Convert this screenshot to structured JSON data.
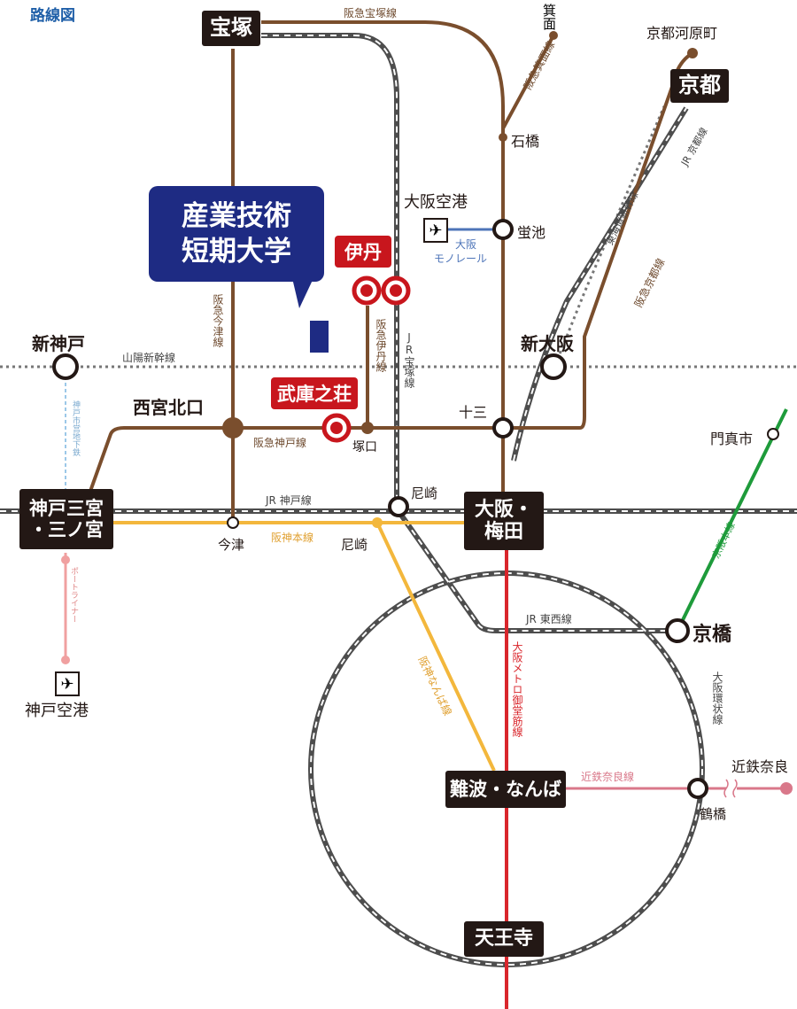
{
  "title": "路線図",
  "callout": {
    "line1": "産業技術",
    "line2": "短期大学"
  },
  "hubs": {
    "takarazuka": "宝塚",
    "kyoto": "京都",
    "umeda_1": "大阪・",
    "umeda_2": "梅田",
    "sannomiya_1": "神戸三宮",
    "sannomiya_2": "・三ノ宮",
    "namba": "難波・なんば",
    "tennoji": "天王寺"
  },
  "red_stations": {
    "itami": "伊丹",
    "mukonoso": "武庫之荘"
  },
  "stations": {
    "shin_kobe": "新神戸",
    "shin_osaka": "新大阪",
    "nishinomiya_kitaguchi": "西宮北口",
    "kyobashi": "京橋",
    "minoo": "箕面",
    "ishibashi": "石橋",
    "hotarugaike": "蛍池",
    "osaka_airport": "大阪空港",
    "kyoto_kawaramachi": "京都河原町",
    "juso": "十三",
    "kadoma": "門真市",
    "tsukaguchi": "塚口",
    "amagasaki_jr": "尼崎",
    "amagasaki_hanshin": "尼崎",
    "imazu": "今津",
    "kobe_airport": "神戸空港",
    "kintetsu_nara": "近鉄奈良",
    "tsuruhashi": "鶴橋"
  },
  "lines": {
    "hankyu_takarazuka": "阪急宝塚線",
    "hankyu_minoo": "阪急箕面線",
    "jr_kyoto": "JR 京都線",
    "tokaido_shinkansen": "東海道新幹線",
    "hankyu_kyoto": "阪急京都線",
    "monorail_1": "大阪",
    "monorail_2": "モノレール",
    "hankyu_imazu": "阪急今津線",
    "hankyu_itami": "阪急伊丹線",
    "jr_takarazuka": "JR宝塚線",
    "sanyo_shinkansen": "山陽新幹線",
    "hankyu_kobe": "阪急神戸線",
    "kobe_subway": "神戸市営地下鉄",
    "jr_kobe": "JR 神戸線",
    "hanshin_main": "阪神本線",
    "keihan_main": "京阪本線",
    "jr_tozai": "JR 東西線",
    "port_liner": "ポートライナー",
    "hanshin_namba": "阪神なんば線",
    "midosuji": "大阪メトロ御堂筋線",
    "osaka_loop": "大阪環状線",
    "kintetsu_nara_line": "近鉄奈良線"
  },
  "colors": {
    "hankyu": "#7a4e2d",
    "jr": "#4d4d4d",
    "hanshin": "#f3b73c",
    "midosuji": "#d9262c",
    "keihan": "#1e9b3b",
    "monorail": "#4d74b8",
    "kintetsu": "#d9788a",
    "port_liner": "#f0a0a0",
    "subway_kobe": "#9cc8e8",
    "callout": "#1e2b83",
    "red_station": "#c8161d"
  }
}
